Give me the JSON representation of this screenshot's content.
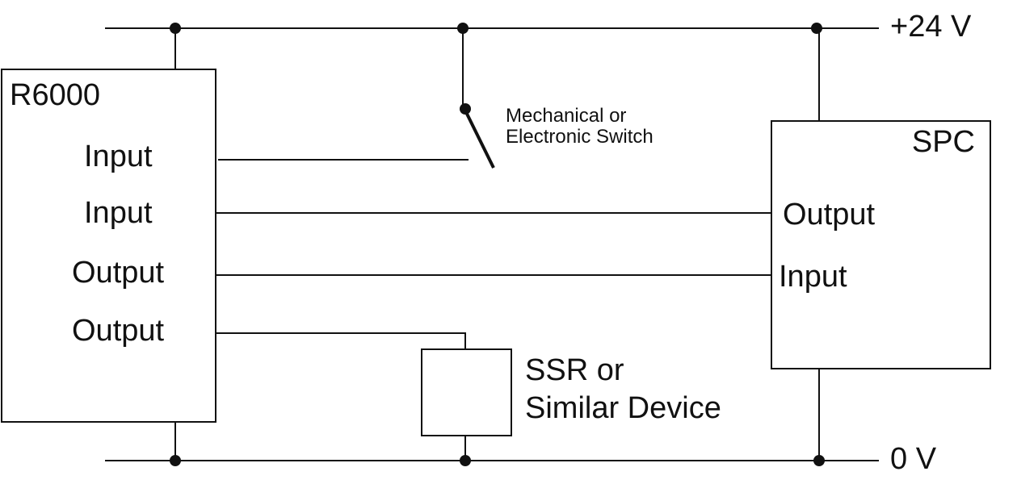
{
  "rails": {
    "top_label": "+24 V",
    "bottom_label": "0 V"
  },
  "r6000": {
    "title": "R6000",
    "pins": [
      "Input",
      "Input",
      "Output",
      "Output"
    ]
  },
  "spc": {
    "title": "SPC",
    "pins": [
      "Output",
      "Input"
    ]
  },
  "switch": {
    "label_line1": "Mechanical or",
    "label_line2": "Electronic Switch"
  },
  "ssr": {
    "label_line1": "SSR or",
    "label_line2": "Similar Device"
  },
  "colors": {
    "line": "#111111",
    "background": "#ffffff"
  }
}
